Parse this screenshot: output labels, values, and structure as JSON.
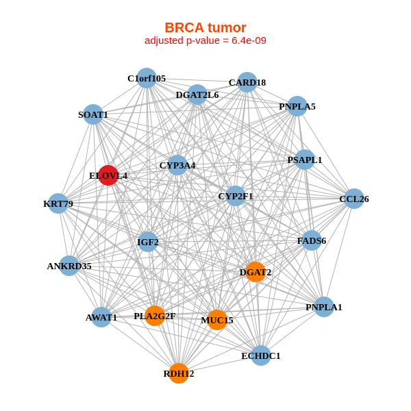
{
  "title": "BRCA tumor",
  "subtitle": "adjusted p-value = 6.4e-09",
  "colors": {
    "default": "#7eb0d5",
    "seed": "#e41a1c",
    "highlight": "#ff7f00",
    "edge": "#b3b3b3"
  },
  "nodes": [
    {
      "id": "C1orf105",
      "group": "default"
    },
    {
      "id": "CARD18",
      "group": "default"
    },
    {
      "id": "DGAT2L6",
      "group": "default"
    },
    {
      "id": "PNPLA5",
      "group": "default"
    },
    {
      "id": "SOAT1",
      "group": "default"
    },
    {
      "id": "ELOVL4",
      "group": "seed"
    },
    {
      "id": "CYP3A4",
      "group": "default"
    },
    {
      "id": "PSAPL1",
      "group": "default"
    },
    {
      "id": "CYP2F1",
      "group": "default"
    },
    {
      "id": "CCL26",
      "group": "default"
    },
    {
      "id": "KRT79",
      "group": "default"
    },
    {
      "id": "IGF2",
      "group": "default"
    },
    {
      "id": "FADS6",
      "group": "default"
    },
    {
      "id": "ANKRD35",
      "group": "default"
    },
    {
      "id": "DGAT2",
      "group": "highlight"
    },
    {
      "id": "PNPLA1",
      "group": "default"
    },
    {
      "id": "AWAT1",
      "group": "default"
    },
    {
      "id": "PLA2G2F",
      "group": "highlight"
    },
    {
      "id": "MUC15",
      "group": "highlight"
    },
    {
      "id": "ECHDC1",
      "group": "default"
    },
    {
      "id": "RDH12",
      "group": "highlight"
    }
  ],
  "edges": "all-pairs"
}
